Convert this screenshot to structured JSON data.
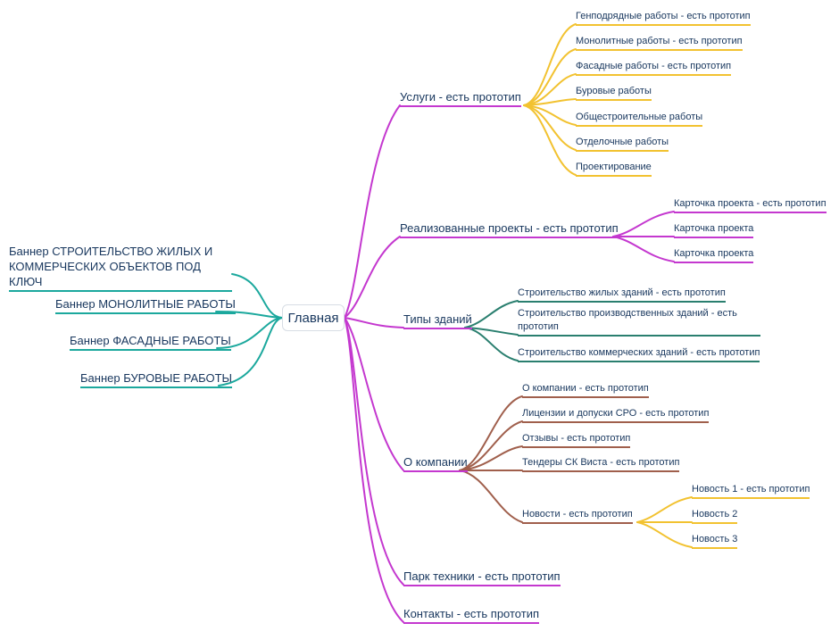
{
  "mindmap": {
    "root_label": "Главная",
    "left": [
      {
        "label": "Баннер СТРОИТЕЛЬСТВО ЖИЛЫХ И КОММЕРЧЕСКИХ ОБЪЕКТОВ ПОД КЛЮЧ"
      },
      {
        "label": "Баннер МОНОЛИТНЫЕ РАБОТЫ"
      },
      {
        "label": "Баннер ФАСАДНЫЕ РАБОТЫ"
      },
      {
        "label": "Баннер БУРОВЫЕ РАБОТЫ"
      }
    ],
    "right": [
      {
        "label": "Услуги - есть прототип",
        "children": [
          {
            "label": "Генподрядные работы - есть прототип"
          },
          {
            "label": "Монолитные работы - есть прототип"
          },
          {
            "label": "Фасадные работы - есть прототип"
          },
          {
            "label": "Буровые работы"
          },
          {
            "label": "Общестроительные работы"
          },
          {
            "label": "Отделочные работы"
          },
          {
            "label": "Проектирование"
          }
        ]
      },
      {
        "label": "Реализованные проекты - есть прототип",
        "children": [
          {
            "label": "Карточка проекта - есть прототип"
          },
          {
            "label": "Карточка проекта"
          },
          {
            "label": "Карточка проекта"
          }
        ]
      },
      {
        "label": "Типы зданий",
        "children": [
          {
            "label": "Строительство жилых зданий - есть прототип"
          },
          {
            "label": "Строительство производственных зданий - есть прототип"
          },
          {
            "label": "Строительство коммерческих зданий - есть прототип"
          }
        ]
      },
      {
        "label": "О компании",
        "children": [
          {
            "label": "О компании - есть прототип"
          },
          {
            "label": "Лицензии и допуски СРО - есть прототип"
          },
          {
            "label": "Отзывы - есть прототип"
          },
          {
            "label": "Тендеры СК Виста - есть прототип"
          },
          {
            "label": "Новости - есть прототип",
            "children": [
              {
                "label": "Новость 1 - есть прототип"
              },
              {
                "label": "Новость 2"
              },
              {
                "label": "Новость 3"
              }
            ]
          }
        ]
      },
      {
        "label": "Парк техники - есть прототип"
      },
      {
        "label": "Контакты - есть прототип"
      }
    ],
    "colors": {
      "branch_magenta": "#c438cf",
      "branch_yellow": "#f2c230",
      "branch_teal": "#1ba89d",
      "branch_dark_teal": "#2a7f6f",
      "branch_brown": "#a05f4c",
      "text": "#17365d",
      "background": "#ffffff"
    }
  }
}
